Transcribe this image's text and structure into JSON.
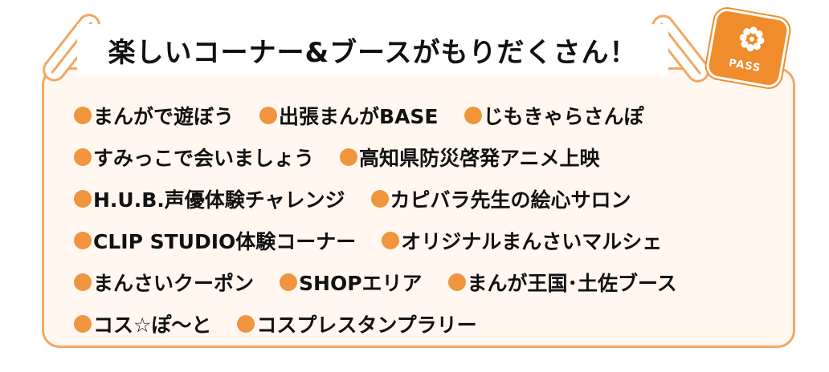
{
  "title": "楽しいコーナー&ブースがもりだくさん！",
  "badge": {
    "label": "PASS",
    "icon": "flower-icon"
  },
  "colors": {
    "accent": "#f0953d",
    "panel_border": "#f3a763",
    "panel_fill": "#fff7f0",
    "badge": "#f08c2c"
  },
  "rows": [
    [
      "まんがで遊ぼう",
      "出張まんがBASE",
      "じもきゃらさんぽ"
    ],
    [
      "すみっこで会いましょう",
      "高知県防災啓発アニメ上映"
    ],
    [
      "H.U.B.声優体験チャレンジ",
      "カピバラ先生の絵心サロン"
    ],
    [
      "CLIP STUDIO体験コーナー",
      "オリジナルまんさいマルシェ"
    ],
    [
      "まんさいクーポン",
      "SHOPエリア",
      "まんが王国･土佐ブース"
    ],
    [
      "コス☆ぽ～と",
      "コスプレスタンプラリー"
    ]
  ]
}
